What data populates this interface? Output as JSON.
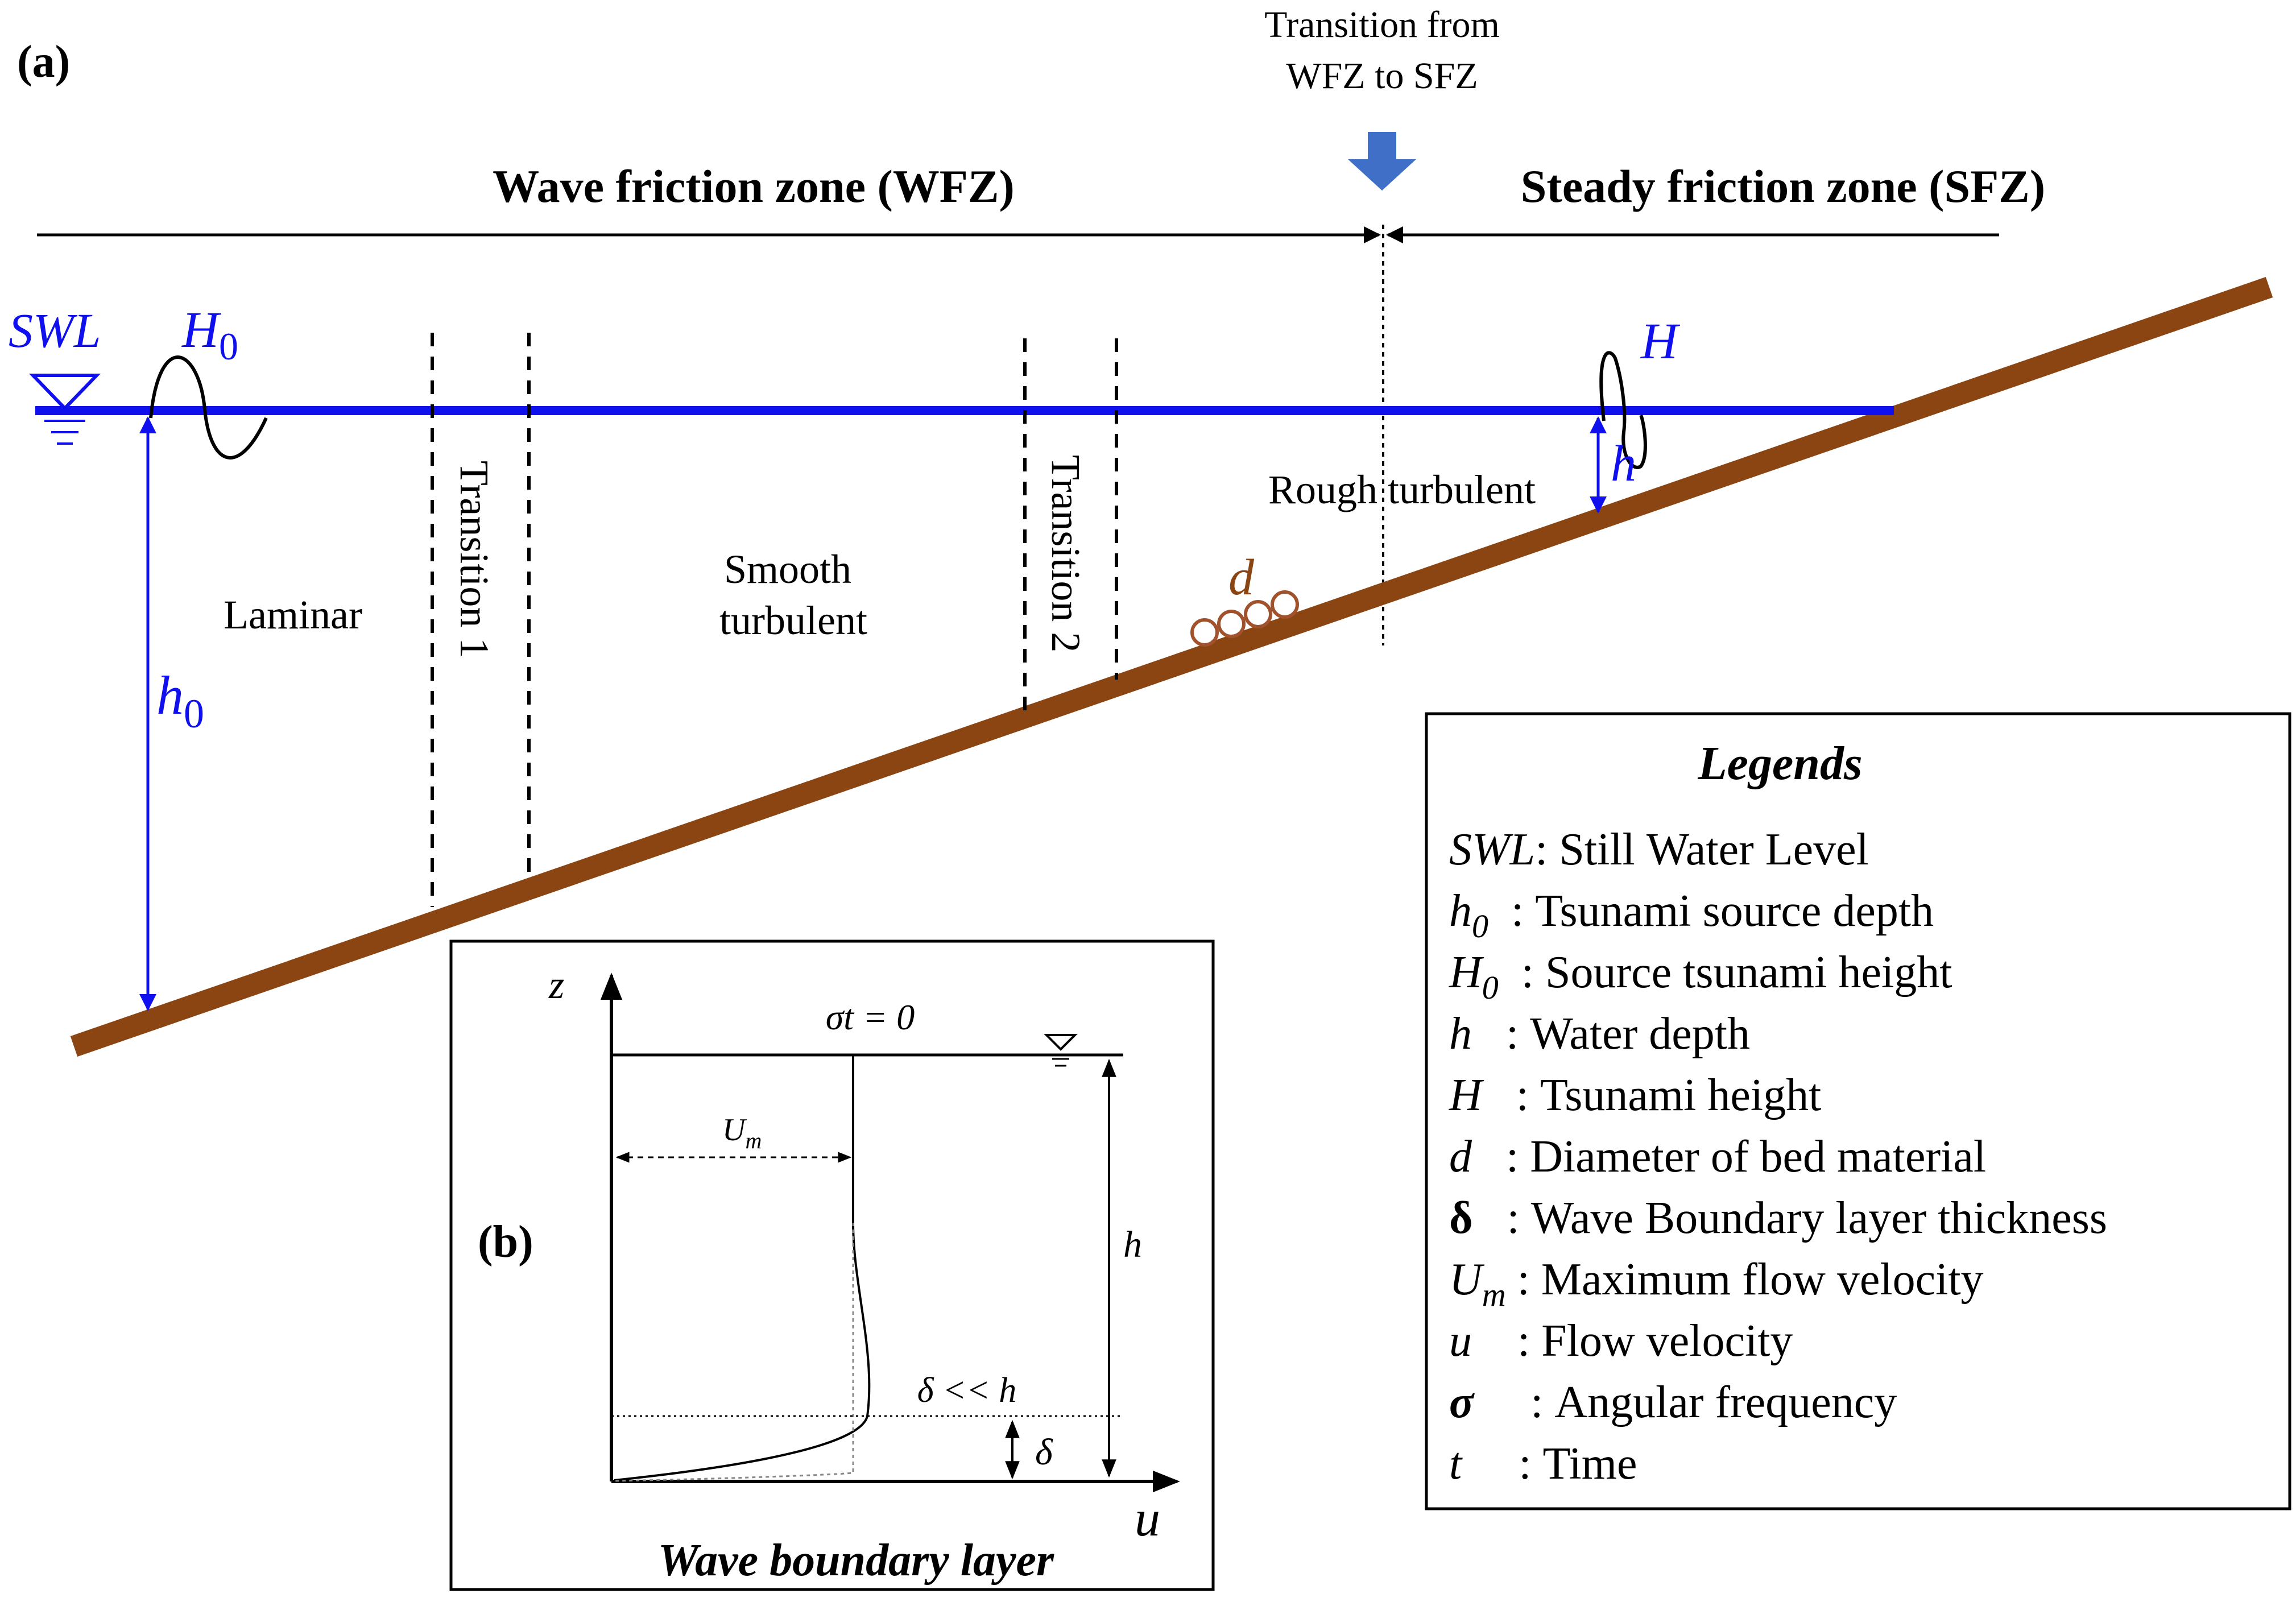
{
  "panel_a_label": "(a)",
  "panel_b_label": "(b)",
  "transition_note": {
    "line1": "Transition  from",
    "line2": "WFZ to SFZ"
  },
  "zones": {
    "wfz_title": "Wave friction zone (WFZ)",
    "sfz_title": "Steady friction zone (SFZ)"
  },
  "symbols": {
    "swl": "SWL",
    "H0": "H",
    "H0_sub": "0",
    "h0": "h",
    "h0_sub": "0",
    "H": "H",
    "h": "h",
    "d": "d"
  },
  "regimes": {
    "laminar": "Laminar",
    "transition1": "Transition 1",
    "smooth_line1": "Smooth",
    "smooth_line2": "turbulent",
    "transition2": "Transition 2",
    "rough": "Rough turbulent"
  },
  "legend": {
    "heading": "Legends",
    "items": [
      {
        "sym": "SWL",
        "sub": "",
        "desc": ": Still Water Level",
        "style": "italic"
      },
      {
        "sym": "h",
        "sub": "0",
        "desc": "  : Tsunami source depth",
        "style": "italic"
      },
      {
        "sym": "H",
        "sub": "0",
        "desc": "  : Source tsunami height",
        "style": "italic"
      },
      {
        "sym": "h",
        "sub": "",
        "desc": "   : Water depth",
        "style": "italic"
      },
      {
        "sym": "H",
        "sub": "",
        "desc": "   : Tsunami height",
        "style": "italic"
      },
      {
        "sym": "d",
        "sub": "",
        "desc": "   : Diameter of bed material",
        "style": "italic"
      },
      {
        "sym": "δ",
        "sub": "",
        "desc": "   : Wave Boundary layer thickness",
        "style": "bold"
      },
      {
        "sym": "U",
        "sub": "m",
        "desc": " : Maximum flow velocity",
        "style": "italic"
      },
      {
        "sym": "u",
        "sub": "",
        "desc": "    : Flow velocity",
        "style": "italic"
      },
      {
        "sym": "σ",
        "sub": "",
        "desc": "     : Angular frequency",
        "style": "bolditalic"
      },
      {
        "sym": "t",
        "sub": "",
        "desc": "     : Time",
        "style": "italic"
      }
    ]
  },
  "inset": {
    "z_label": "z",
    "u_label": "u",
    "sigma_t": "σt = 0",
    "Um": "U",
    "Um_sub": "m",
    "h": "h",
    "delta_rel": "δ << h",
    "delta": "δ",
    "title": "Wave boundary layer"
  },
  "colors": {
    "water": "#1010ee",
    "seabed": "#8b4513",
    "arrow": "#3f6fc6",
    "grain": "#a0522d"
  }
}
